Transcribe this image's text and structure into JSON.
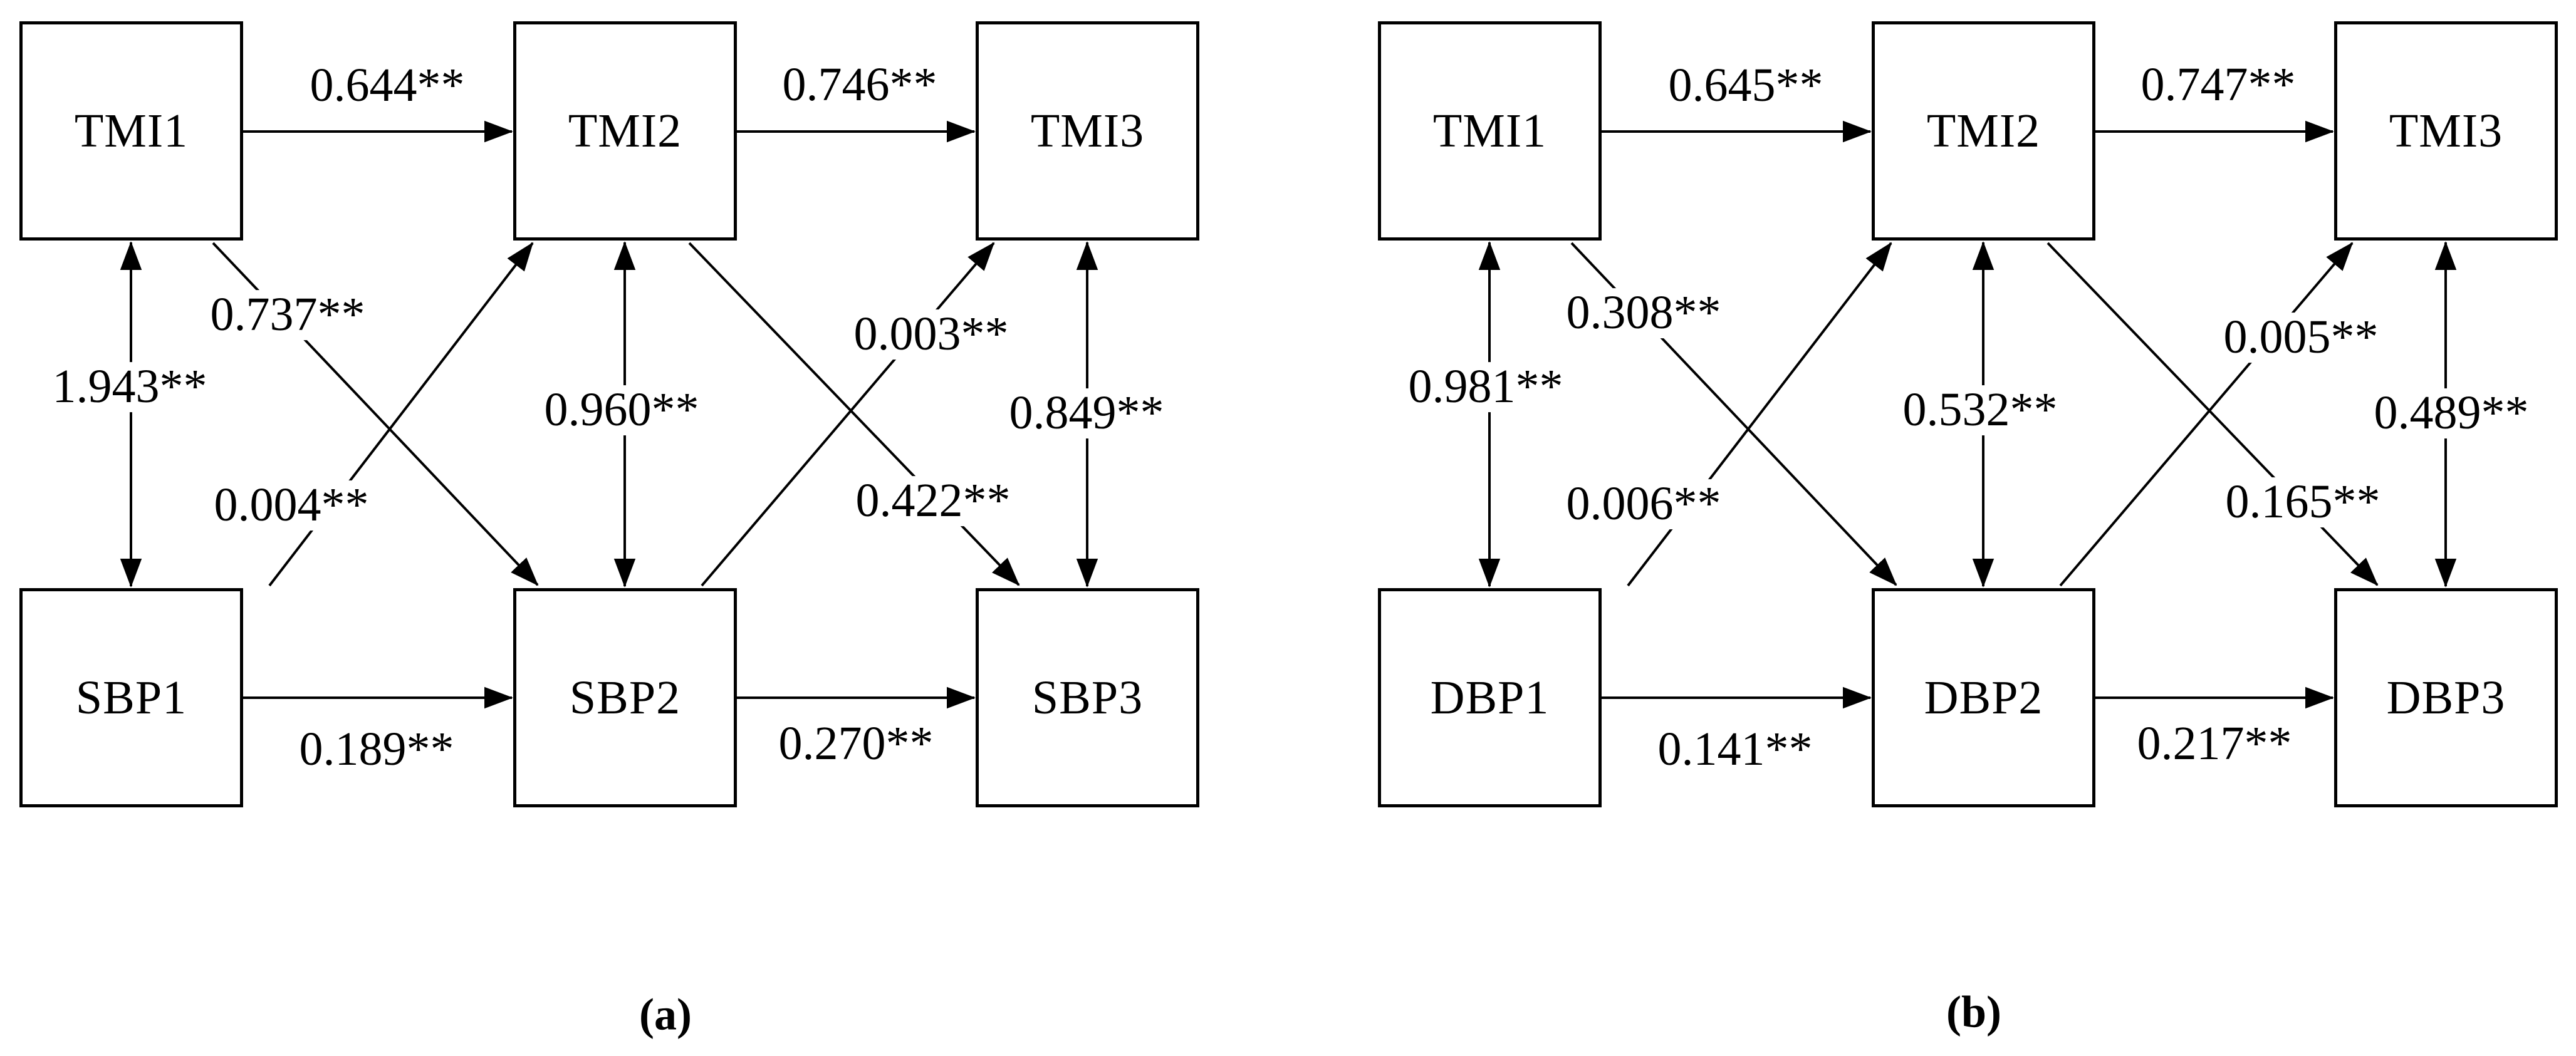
{
  "figure": {
    "background_color": "#ffffff",
    "line_color": "#000000",
    "text_color": "#000000"
  },
  "panels": [
    {
      "id": "a",
      "caption": "(a)",
      "nodes": {
        "top": [
          "TMI1",
          "TMI2",
          "TMI3"
        ],
        "bottom": [
          "SBP1",
          "SBP2",
          "SBP3"
        ]
      },
      "paths": {
        "top_autoregressive_1": "0.644**",
        "top_autoregressive_2": "0.746**",
        "bottom_autoregressive_1": "0.189**",
        "bottom_autoregressive_2": "0.270**",
        "covariance_time1": "1.943**",
        "covariance_time2": "0.960**",
        "covariance_time3": "0.849**",
        "cross_top1_to_bottom2": "0.737**",
        "cross_bottom1_to_top2": "0.004**",
        "cross_bottom2_to_top3": "0.003**",
        "cross_top2_to_bottom3": "0.422**"
      }
    },
    {
      "id": "b",
      "caption": "(b)",
      "nodes": {
        "top": [
          "TMI1",
          "TMI2",
          "TMI3"
        ],
        "bottom": [
          "DBP1",
          "DBP2",
          "DBP3"
        ]
      },
      "paths": {
        "top_autoregressive_1": "0.645**",
        "top_autoregressive_2": "0.747**",
        "bottom_autoregressive_1": "0.141**",
        "bottom_autoregressive_2": "0.217**",
        "covariance_time1": "0.981**",
        "covariance_time2": "0.532**",
        "covariance_time3": "0.489**",
        "cross_top1_to_bottom2": "0.308**",
        "cross_bottom1_to_top2": "0.006**",
        "cross_bottom2_to_top3": "0.005**",
        "cross_top2_to_bottom3": "0.165**"
      }
    }
  ]
}
